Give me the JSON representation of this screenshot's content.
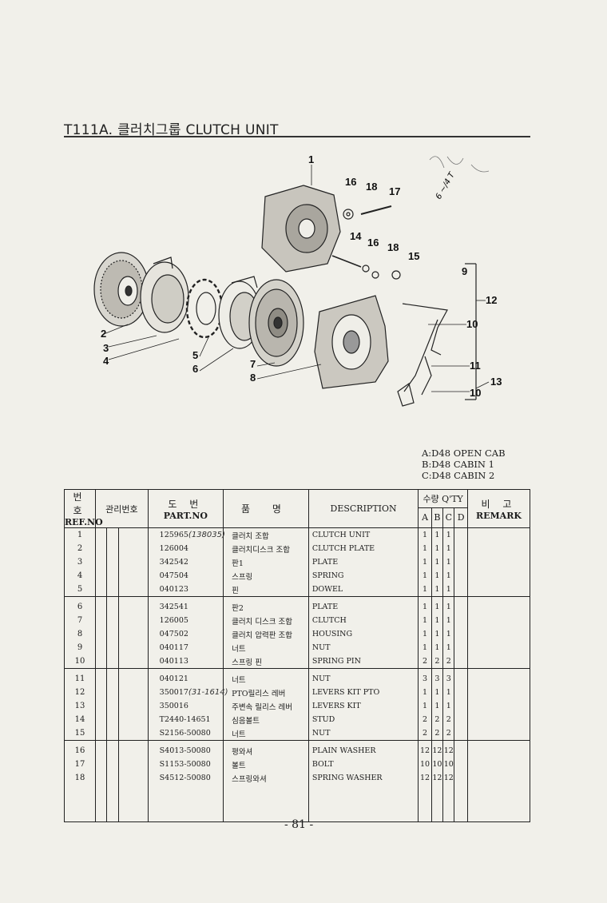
{
  "header": {
    "title": "T111A. 클러치그룹 CLUTCH UNIT"
  },
  "diagram": {
    "callouts": [
      "1",
      "2",
      "3",
      "4",
      "5",
      "6",
      "7",
      "8",
      "9",
      "10",
      "10",
      "11",
      "12",
      "13",
      "14",
      "15",
      "16",
      "16",
      "17",
      "18",
      "18"
    ],
    "handwritten_note": "6 ~/4 T"
  },
  "legend": [
    "A:D48 OPEN CAB",
    "B:D48 CABIN 1",
    "C:D48 CABIN 2"
  ],
  "table": {
    "headers": {
      "ref_kor": "번 호",
      "ref_eng": "REF.NO",
      "mgmt": "관리번호",
      "part_kor": "도 번",
      "part_eng": "PART.NO",
      "name_kor": "품 명",
      "description": "DESCRIPTION",
      "qty_kor": "수량 Q'TY",
      "qty_cols": [
        "A",
        "B",
        "C",
        "D"
      ],
      "remark_kor": "비 고",
      "remark_eng": "REMARK"
    },
    "rows": [
      {
        "ref": "1",
        "part": "125965",
        "note": "(138035)",
        "kor": "클러치 조합",
        "desc": "CLUTCH UNIT",
        "a": "1",
        "b": "1",
        "c": "1",
        "d": ""
      },
      {
        "ref": "2",
        "part": "126004",
        "note": "",
        "kor": "클러치디스크 조합",
        "desc": "CLUTCH PLATE",
        "a": "1",
        "b": "1",
        "c": "1",
        "d": ""
      },
      {
        "ref": "3",
        "part": "342542",
        "note": "",
        "kor": "판1",
        "desc": "PLATE",
        "a": "1",
        "b": "1",
        "c": "1",
        "d": ""
      },
      {
        "ref": "4",
        "part": "047504",
        "note": "",
        "kor": "스프링",
        "desc": "SPRING",
        "a": "1",
        "b": "1",
        "c": "1",
        "d": ""
      },
      {
        "ref": "5",
        "part": "040123",
        "note": "",
        "kor": "핀",
        "desc": "DOWEL",
        "a": "1",
        "b": "1",
        "c": "1",
        "d": ""
      },
      {
        "ref": "6",
        "part": "342541",
        "note": "",
        "kor": "판2",
        "desc": "PLATE",
        "a": "1",
        "b": "1",
        "c": "1",
        "d": ""
      },
      {
        "ref": "7",
        "part": "126005",
        "note": "",
        "kor": "클러치 디스크 조합",
        "desc": "CLUTCH",
        "a": "1",
        "b": "1",
        "c": "1",
        "d": ""
      },
      {
        "ref": "8",
        "part": "047502",
        "note": "",
        "kor": "클러치 압력판 조합",
        "desc": "HOUSING",
        "a": "1",
        "b": "1",
        "c": "1",
        "d": ""
      },
      {
        "ref": "9",
        "part": "040117",
        "note": "",
        "kor": "너트",
        "desc": "NUT",
        "a": "1",
        "b": "1",
        "c": "1",
        "d": ""
      },
      {
        "ref": "10",
        "part": "040113",
        "note": "",
        "kor": "스프링 핀",
        "desc": "SPRING PIN",
        "a": "2",
        "b": "2",
        "c": "2",
        "d": ""
      },
      {
        "ref": "11",
        "part": "040121",
        "note": "",
        "kor": "너트",
        "desc": "NUT",
        "a": "3",
        "b": "3",
        "c": "3",
        "d": ""
      },
      {
        "ref": "12",
        "part": "350017",
        "note": "(31-1614)",
        "kor": "PTO릴리스 레버",
        "desc": "LEVERS KIT PTO",
        "a": "1",
        "b": "1",
        "c": "1",
        "d": ""
      },
      {
        "ref": "13",
        "part": "350016",
        "note": "",
        "kor": "주변속 릴리스 레버",
        "desc": "LEVERS KIT",
        "a": "1",
        "b": "1",
        "c": "1",
        "d": ""
      },
      {
        "ref": "14",
        "part": "T2440-14651",
        "note": "",
        "kor": "심음볼트",
        "desc": "STUD",
        "a": "2",
        "b": "2",
        "c": "2",
        "d": ""
      },
      {
        "ref": "15",
        "part": "S2156-50080",
        "note": "",
        "kor": "너트",
        "desc": "NUT",
        "a": "2",
        "b": "2",
        "c": "2",
        "d": ""
      },
      {
        "ref": "16",
        "part": "S4013-50080",
        "note": "",
        "kor": "평와셔",
        "desc": "PLAIN WASHER",
        "a": "12",
        "b": "12",
        "c": "12",
        "d": ""
      },
      {
        "ref": "17",
        "part": "S1153-50080",
        "note": "",
        "kor": "볼트",
        "desc": "BOLT",
        "a": "10",
        "b": "10",
        "c": "10",
        "d": ""
      },
      {
        "ref": "18",
        "part": "S4512-50080",
        "note": "",
        "kor": "스프링와셔",
        "desc": "SPRING WASHER",
        "a": "12",
        "b": "12",
        "c": "12",
        "d": ""
      }
    ]
  },
  "footer": {
    "page_number": "- 81 -"
  }
}
